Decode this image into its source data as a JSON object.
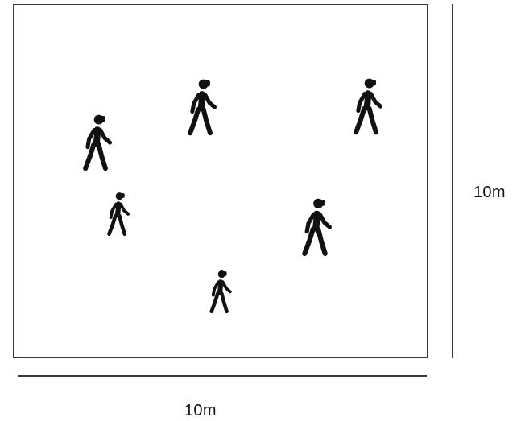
{
  "diagram": {
    "height_label": "10m",
    "width_label": "10m",
    "icon": "walking-person-icon",
    "icon_color": "#111111",
    "line_color": "#3a3a3a",
    "person_count": 6
  }
}
